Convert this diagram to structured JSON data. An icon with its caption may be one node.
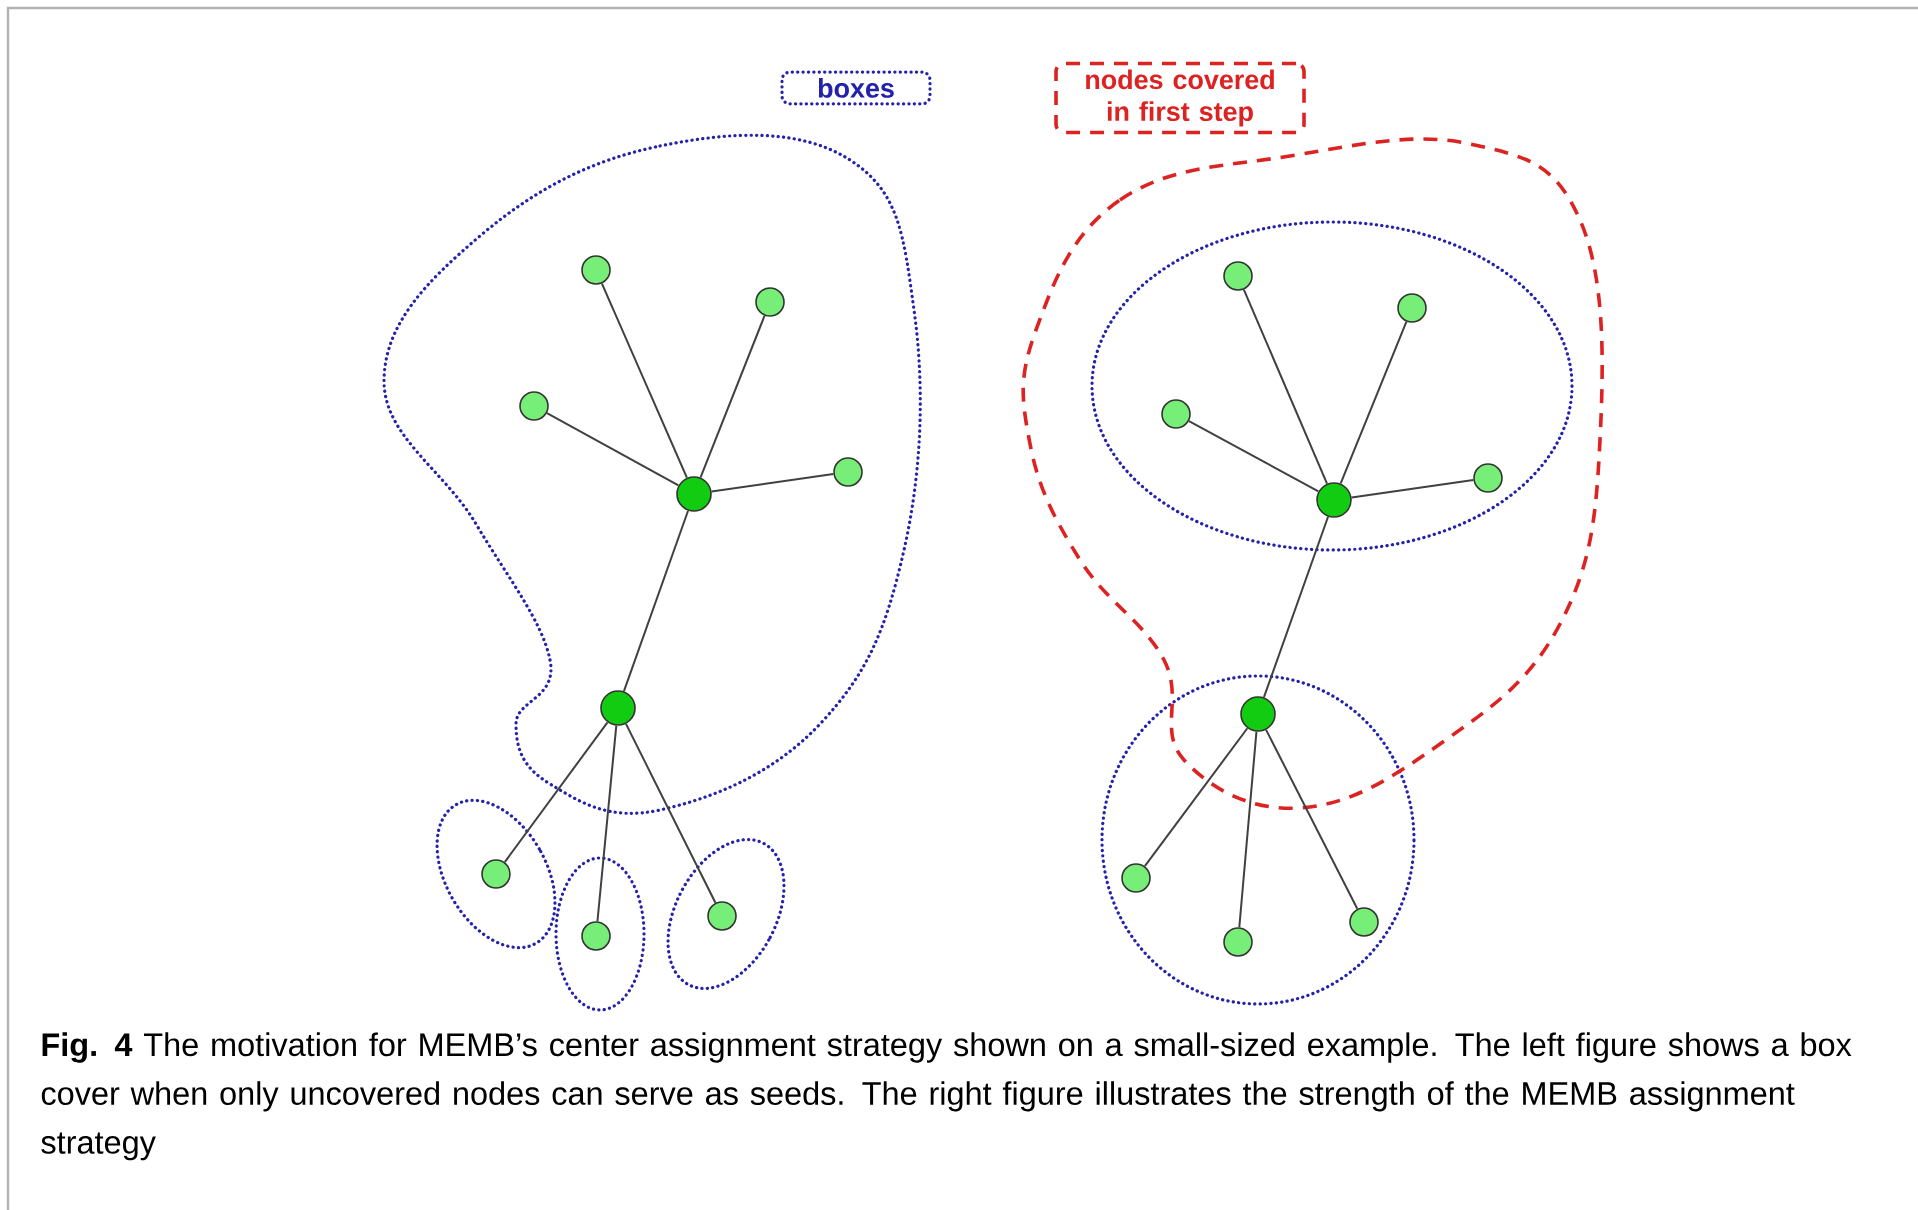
{
  "diagram": {
    "caption": "**Fig. 4** The motivation for MEMB’s center assignment strategy shown on a small-sized example. The left figure shows a box cover when only uncovered nodes can serve as seeds. The right figure illustrates the strength of the MEMB assignment strategy",
    "nodes": [
      {
        "text": [],
        "shape": "circle"
      },
      {
        "text": [],
        "shape": "circle"
      },
      {
        "text": [],
        "shape": "circle"
      },
      {
        "text": [],
        "shape": "circle"
      },
      {
        "text": [],
        "shape": "circle"
      },
      {
        "text": [],
        "shape": "circle"
      },
      {
        "text": [],
        "shape": "circle"
      },
      {
        "text": [],
        "shape": "circle"
      },
      {
        "text": [],
        "shape": "circle"
      },
      {
        "text": [],
        "shape": "circle"
      },
      {
        "text": [],
        "shape": "circle"
      },
      {
        "text": [],
        "shape": "circle"
      },
      {
        "text": [],
        "shape": "circle"
      },
      {
        "text": [],
        "shape": "circle"
      },
      {
        "text": [],
        "shape": "circle"
      },
      {
        "text": [],
        "shape": "circle"
      },
      {
        "text": [],
        "shape": "circle"
      },
      {
        "text": [],
        "shape": "circle"
      }
    ],
    "edges": [
      {
        "from": 0,
        "to": 1,
        "arrow": "none"
      },
      {
        "from": 0,
        "to": 2,
        "arrow": "none"
      },
      {
        "from": 0,
        "to": 3,
        "arrow": "none"
      },
      {
        "from": 0,
        "to": 4,
        "arrow": "none"
      },
      {
        "from": 0,
        "to": 5,
        "arrow": "none"
      },
      {
        "from": 5,
        "to": 6,
        "arrow": "none"
      },
      {
        "from": 5,
        "to": 7,
        "arrow": "none"
      },
      {
        "from": 5,
        "to": 8,
        "arrow": "none"
      },
      {
        "from": 9,
        "to": 10,
        "arrow": "none"
      },
      {
        "from": 9,
        "to": 11,
        "arrow": "none"
      },
      {
        "from": 9,
        "to": 12,
        "arrow": "none"
      },
      {
        "from": 9,
        "to": 13,
        "arrow": "none"
      },
      {
        "from": 9,
        "to": 14,
        "arrow": "none"
      },
      {
        "from": 14,
        "to": 15,
        "arrow": "none"
      },
      {
        "from": 14,
        "to": 16,
        "arrow": "none"
      },
      {
        "from": 14,
        "to": 17,
        "arrow": "none"
      }
    ],
    "legend": [
      {
        "text": "boxes"
      },
      {
        "text": "nodes covered in first step"
      }
    ]
  }
}
